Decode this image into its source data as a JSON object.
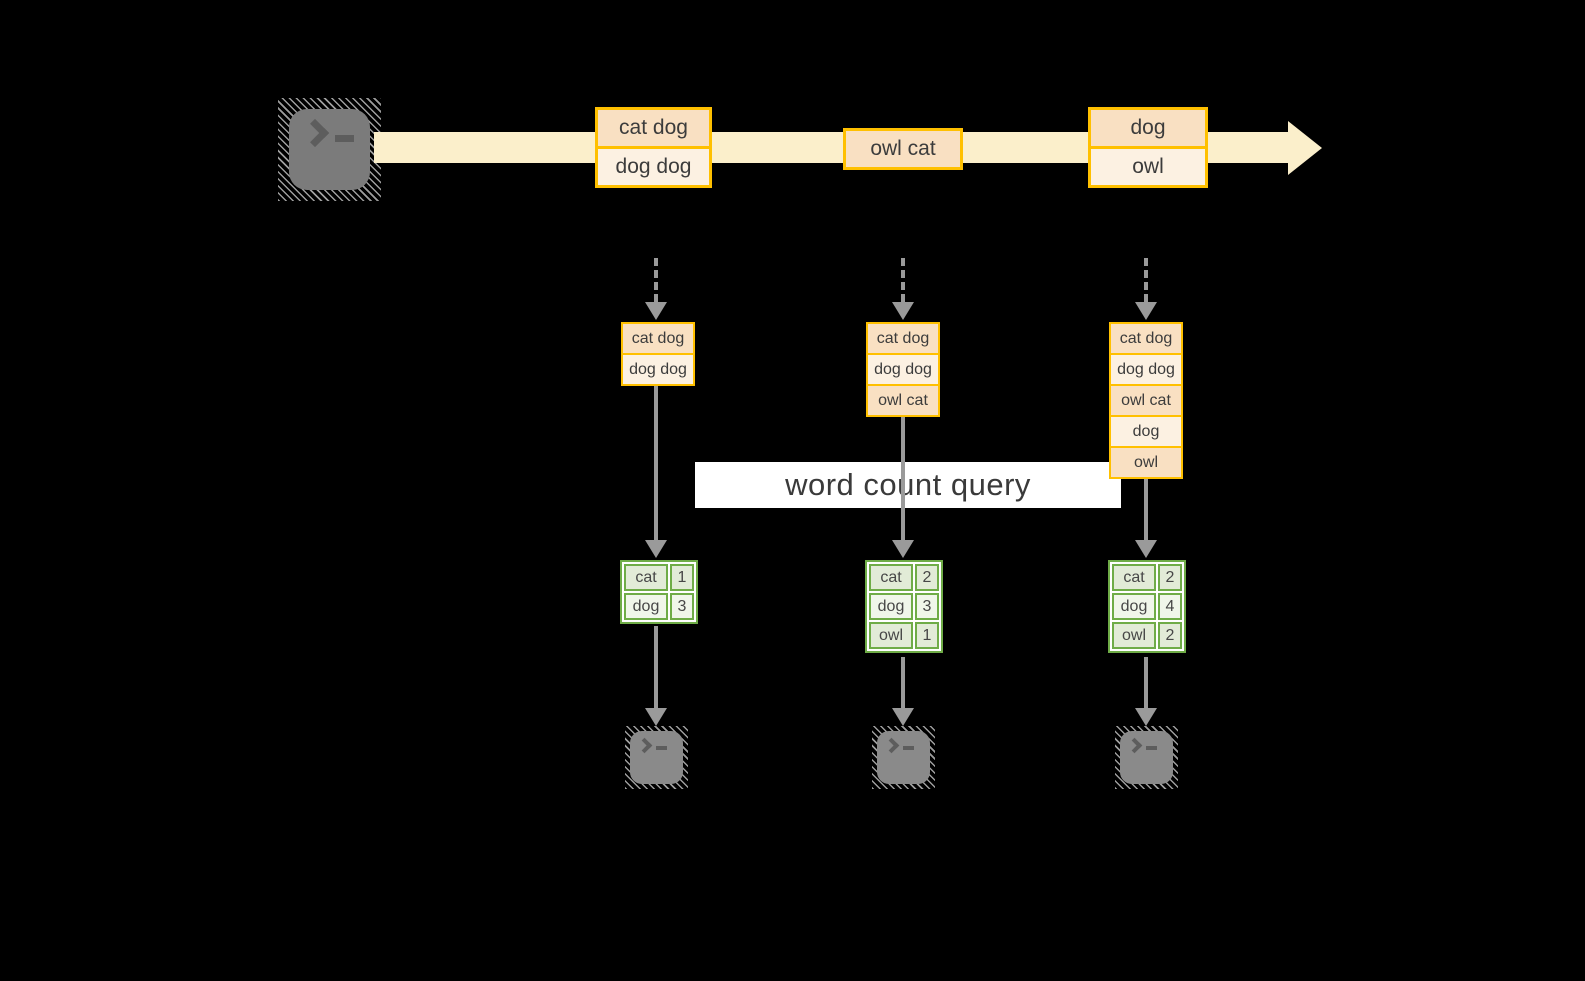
{
  "query_label": "word count query",
  "stream": {
    "source_icon": "terminal-icon",
    "batches": [
      {
        "rows": [
          "cat dog",
          "dog dog"
        ]
      },
      {
        "rows": [
          "owl cat"
        ]
      },
      {
        "rows": [
          "dog",
          "owl"
        ]
      }
    ]
  },
  "pipelines": [
    {
      "buffer_rows": [
        "cat dog",
        "dog dog"
      ],
      "result_rows": [
        {
          "word": "cat",
          "count": "1"
        },
        {
          "word": "dog",
          "count": "3"
        }
      ],
      "sink_icon": "terminal-icon"
    },
    {
      "buffer_rows": [
        "cat dog",
        "dog dog",
        "owl cat"
      ],
      "result_rows": [
        {
          "word": "cat",
          "count": "2"
        },
        {
          "word": "dog",
          "count": "3"
        },
        {
          "word": "owl",
          "count": "1"
        }
      ],
      "sink_icon": "terminal-icon"
    },
    {
      "buffer_rows": [
        "cat dog",
        "dog dog",
        "owl cat",
        "dog",
        "owl"
      ],
      "result_rows": [
        {
          "word": "cat",
          "count": "2"
        },
        {
          "word": "dog",
          "count": "4"
        },
        {
          "word": "owl",
          "count": "2"
        }
      ],
      "sink_icon": "terminal-icon"
    }
  ],
  "colors": {
    "background": "#000000",
    "stream_band": "#FBEFCB",
    "record_border": "#FFC000",
    "record_fill_dark": "#F9E0C2",
    "record_fill_light": "#FCF1E2",
    "table_border": "#6FAC47",
    "table_fill_dark": "#E2EBD7",
    "table_fill_light": "#F0F6EA",
    "arrow_gray": "#9A9A9A",
    "query_band": "#FFFFFF"
  }
}
